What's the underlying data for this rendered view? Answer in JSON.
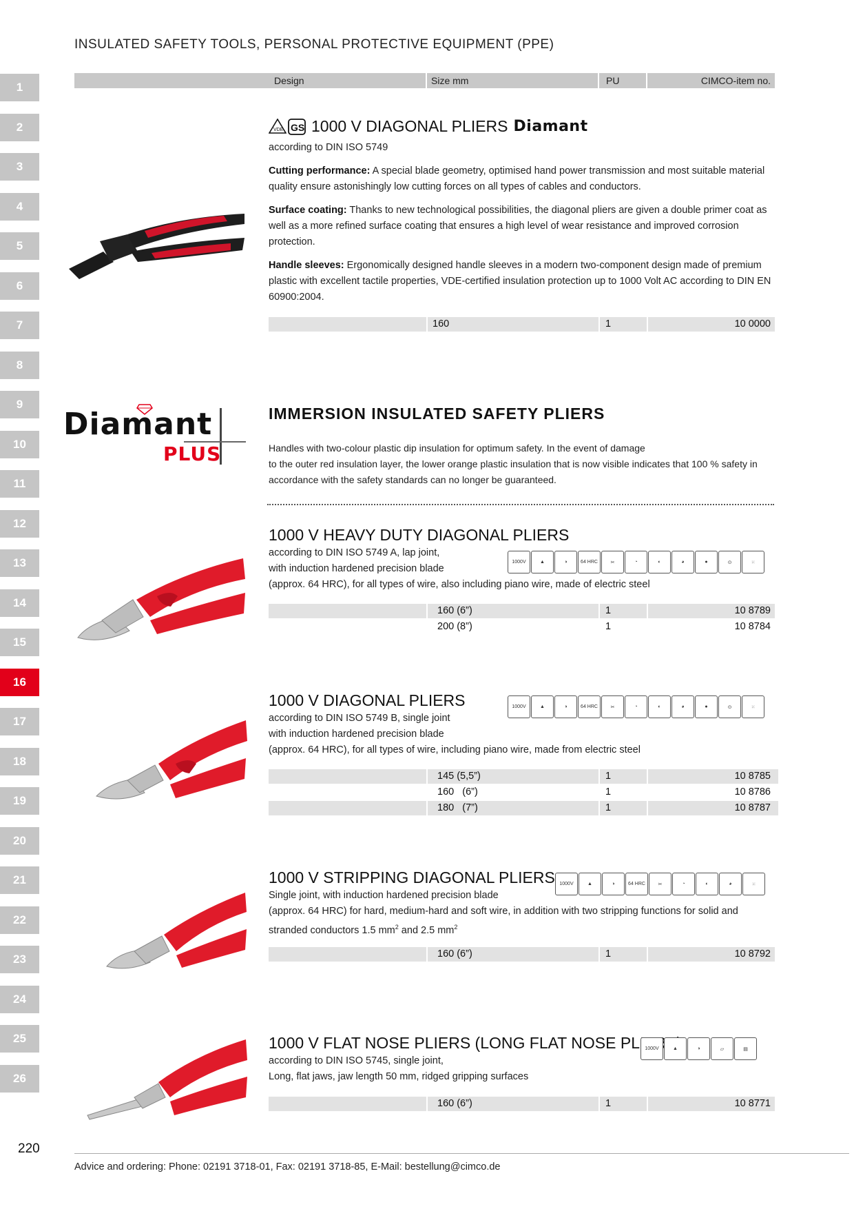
{
  "header": {
    "title": "INSULATED SAFETY TOOLS, PERSONAL PROTECTIVE EQUIPMENT (PPE)"
  },
  "columns": {
    "design": "Design",
    "size": "Size mm",
    "pu": "PU",
    "item": "CIMCO-item no."
  },
  "tabs": [
    "1",
    "2",
    "3",
    "4",
    "5",
    "6",
    "7",
    "8",
    "9",
    "10",
    "11",
    "12",
    "13",
    "14",
    "15",
    "16",
    "17",
    "18",
    "19",
    "20",
    "21",
    "22",
    "23",
    "24",
    "25",
    "26"
  ],
  "active_tab": "16",
  "products": {
    "p1": {
      "title": "1000 V DIAGONAL PLIERS",
      "brand": "Diamant",
      "subtitle": "according to DIN ISO 5749",
      "cutting_label": "Cutting performance:",
      "cutting_text": "A special blade geometry, optimised hand power transmission and most suitable material quality ensure astonishingly low cutting forces on all types of cables and conductors.",
      "surface_label": "Surface coating:",
      "surface_text": "Thanks to new technological possibilities, the diagonal pliers are given a double primer coat as well as a more refined surface coating that ensures a high level of wear resistance and improved corrosion protection.",
      "handle_label": "Handle sleeves:",
      "handle_text": "Ergonomically designed handle sleeves in a modern two-component design made of premium plastic with excellent tactile properties, VDE-certified insulation protection up to 1000 Volt AC according to DIN EN 60900:2004.",
      "rows": [
        {
          "size": "160",
          "pu": "1",
          "item": "10 0000"
        }
      ]
    },
    "section": {
      "logo_main": "Diamant",
      "logo_sub": "PLUS",
      "title": "IMMERSION INSULATED SAFETY PLIERS",
      "text1": "Handles with two-colour plastic dip insulation for optimum safety. In the event of damage",
      "text2": "to the outer red insulation layer, the lower orange plastic insulation that is now visible indicates that 100 % safety in",
      "text3": "accordance with the safety standards can no longer be guaranteed."
    },
    "p2": {
      "title": "1000 V HEAVY DUTY DIAGONAL PLIERS",
      "line1": "according to DIN ISO 5749 A, lap joint,",
      "line2": "with induction hardened precision blade",
      "line3": "(approx. 64 HRC), for all types of wire, also including piano wire, made of electric steel",
      "hrc": "64 HRC",
      "rows": [
        {
          "size": "160 (6”)",
          "pu": "1",
          "item": "10 8789"
        },
        {
          "size": "200 (8”)",
          "pu": "1",
          "item": "10 8784"
        }
      ]
    },
    "p3": {
      "title": "1000 V DIAGONAL PLIERS",
      "line1": "according to DIN ISO 5749 B, single joint",
      "line2": "with induction hardened precision blade",
      "line3": "(approx. 64 HRC), for all types of wire, including piano wire, made from electric steel",
      "hrc": "64 HRC",
      "rows": [
        {
          "size": "145 (5,5”)",
          "pu": "1",
          "item": "10 8785"
        },
        {
          "size": "160   (6”)",
          "pu": "1",
          "item": "10 8786"
        },
        {
          "size": "180   (7”)",
          "pu": "1",
          "item": "10 8787"
        }
      ]
    },
    "p4": {
      "title": "1000 V STRIPPING DIAGONAL PLIERS",
      "line1": "Single joint, with induction hardened precision blade",
      "line2": "(approx. 64 HRC) for hard, medium-hard and soft wire, in addition with two stripping functions for solid and",
      "line3a": "stranded conductors 1.5 mm",
      "sup1": "2",
      "line3b": " and 2.5 mm",
      "sup2": "2",
      "hrc": "64 HRC",
      "rows": [
        {
          "size": "160 (6”)",
          "pu": "1",
          "item": "10 8792"
        }
      ]
    },
    "p5": {
      "title": "1000 V FLAT NOSE PLIERS (LONG FLAT NOSE PLIERS)",
      "line1": "according to DIN ISO 5745, single joint,",
      "line2": "Long, flat jaws, jaw length 50 mm, ridged gripping surfaces",
      "rows": [
        {
          "size": "160 (6”)",
          "pu": "1",
          "item": "10 8771"
        }
      ]
    }
  },
  "page_number": "220",
  "footer": "Advice and ordering: Phone: 02191 3718-01, Fax: 02191 3718-85, E-Mail: bestellung@cimco.de",
  "colors": {
    "accent": "#e2001a",
    "tab_grey": "#c5c5c5",
    "row_grey": "#e2e2e2",
    "header_grey": "#c8c8c8"
  }
}
